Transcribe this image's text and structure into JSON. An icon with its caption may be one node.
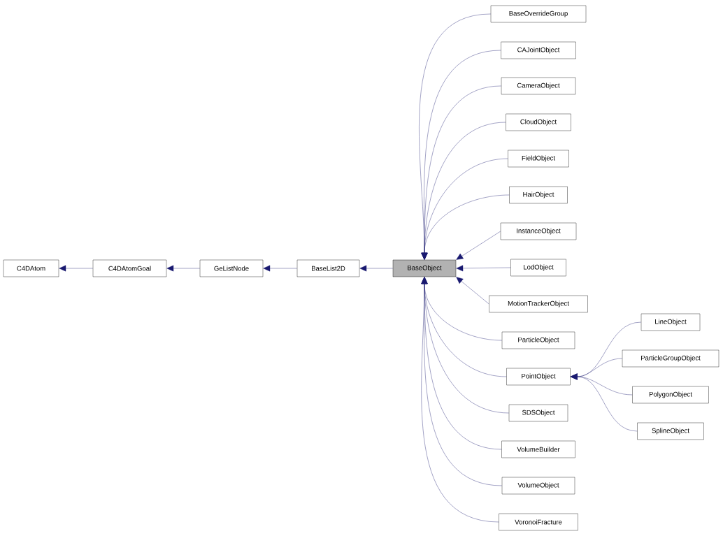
{
  "diagram": {
    "nodes": [
      {
        "text": [
          "C4DAtom"
        ]
      },
      {
        "text": [
          "C4DAtomGoal"
        ]
      },
      {
        "text": [
          "GeListNode"
        ]
      },
      {
        "text": [
          "BaseList2D"
        ]
      },
      {
        "text": [
          "BaseObject"
        ]
      },
      {
        "text": [
          "BaseOverrideGroup"
        ]
      },
      {
        "text": [
          "CAJointObject"
        ]
      },
      {
        "text": [
          "CameraObject"
        ]
      },
      {
        "text": [
          "CloudObject"
        ]
      },
      {
        "text": [
          "FieldObject"
        ]
      },
      {
        "text": [
          "HairObject"
        ]
      },
      {
        "text": [
          "InstanceObject"
        ]
      },
      {
        "text": [
          "LodObject"
        ]
      },
      {
        "text": [
          "MotionTrackerObject"
        ]
      },
      {
        "text": [
          "ParticleObject"
        ]
      },
      {
        "text": [
          "PointObject"
        ]
      },
      {
        "text": [
          "SDSObject"
        ]
      },
      {
        "text": [
          "VolumeBuilder"
        ]
      },
      {
        "text": [
          "VolumeObject"
        ]
      },
      {
        "text": [
          "VoronoiFracture"
        ]
      },
      {
        "text": [
          "LineObject"
        ]
      },
      {
        "text": [
          "ParticleGroupObject"
        ]
      },
      {
        "text": [
          "PolygonObject"
        ]
      },
      {
        "text": [
          "SplineObject"
        ]
      }
    ],
    "edges": [
      {
        "from": 1,
        "to": 0,
        "arrow": "to"
      },
      {
        "from": 2,
        "to": 1,
        "arrow": "to"
      },
      {
        "from": 3,
        "to": 2,
        "arrow": "to"
      },
      {
        "from": 4,
        "to": 3,
        "arrow": "to"
      },
      {
        "from": 5,
        "to": 4,
        "arrow": "to"
      },
      {
        "from": 6,
        "to": 4,
        "arrow": "to"
      },
      {
        "from": 7,
        "to": 4,
        "arrow": "to"
      },
      {
        "from": 8,
        "to": 4,
        "arrow": "to"
      },
      {
        "from": 9,
        "to": 4,
        "arrow": "to"
      },
      {
        "from": 10,
        "to": 4,
        "arrow": "to"
      },
      {
        "from": 11,
        "to": 4,
        "arrow": "to"
      },
      {
        "from": 12,
        "to": 4,
        "arrow": "to"
      },
      {
        "from": 13,
        "to": 4,
        "arrow": "to"
      },
      {
        "from": 14,
        "to": 4,
        "arrow": "to"
      },
      {
        "from": 15,
        "to": 4,
        "arrow": "to"
      },
      {
        "from": 16,
        "to": 4,
        "arrow": "to"
      },
      {
        "from": 17,
        "to": 4,
        "arrow": "to"
      },
      {
        "from": 18,
        "to": 4,
        "arrow": "to"
      },
      {
        "from": 19,
        "to": 4,
        "arrow": "to"
      },
      {
        "from": 20,
        "to": 15,
        "arrow": "to"
      },
      {
        "from": 21,
        "to": 15,
        "arrow": "to"
      },
      {
        "from": 22,
        "to": 15,
        "arrow": "to"
      },
      {
        "from": 23,
        "to": 15,
        "arrow": "to"
      }
    ]
  }
}
